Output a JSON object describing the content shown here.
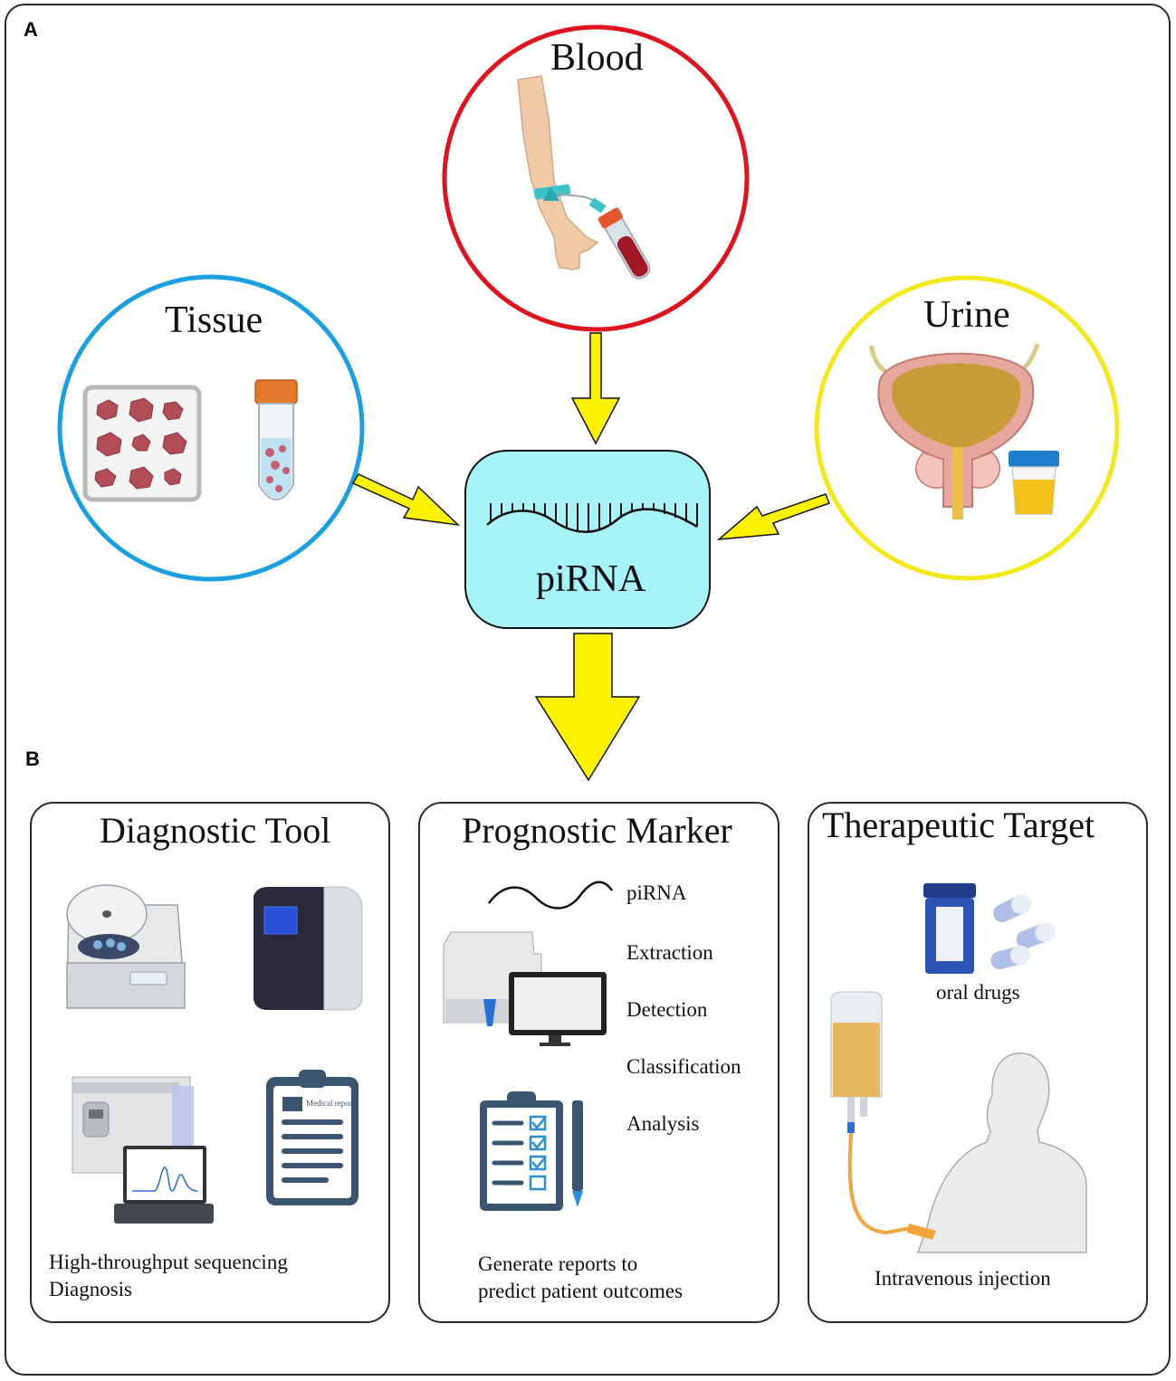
{
  "panel_a": {
    "letter": "A",
    "sources": {
      "blood": "Blood",
      "tissue": "Tissue",
      "urine": "Urine"
    },
    "center": "piRNA"
  },
  "panel_b": {
    "letter": "B",
    "diagnostic": {
      "title": "Diagnostic Tool",
      "caption_line1": "High-throughput sequencing",
      "caption_line2": "Diagnosis",
      "report_label": "Medical report"
    },
    "prognostic": {
      "title": "Prognostic Marker",
      "steps": [
        "piRNA",
        "Extraction",
        "Detection",
        "Classification",
        "Analysis"
      ],
      "caption_line1": "Generate reports to",
      "caption_line2": "predict patient outcomes"
    },
    "therapeutic": {
      "title": "Therapeutic Target",
      "oral_label": "oral drugs",
      "iv_label": "Intravenous injection"
    }
  },
  "colors": {
    "blood_ring": "#e0141e",
    "tissue_ring": "#1a9fe0",
    "urine_ring": "#f2e81a",
    "arrow_fill": "#fff200",
    "center_fill": "#a6f4f8"
  }
}
